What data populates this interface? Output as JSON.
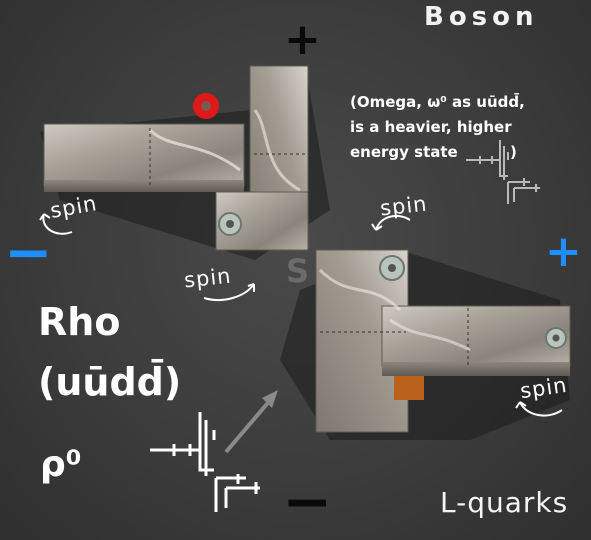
{
  "title": "Boson",
  "note": "(Omega, ω⁰ as uūdd̄,\nis a heavier, higher\nenergy state          )",
  "particle": {
    "name": "Rho",
    "formula": "(uūdd̄)",
    "symbol": "ρ⁰"
  },
  "caption": "L-quarks",
  "spin_labels": [
    "spin",
    "spin",
    "spin",
    "spin"
  ],
  "signs": {
    "plus_top": "+",
    "plus_right": "+",
    "minus_left": "−",
    "minus_bottom": "−"
  },
  "center_label": "S",
  "colors": {
    "blue_sign": "#1e8fff",
    "black_sign": "#0a0a0a",
    "red_dot": "#e01818",
    "copper_patch": "#b8601c"
  }
}
